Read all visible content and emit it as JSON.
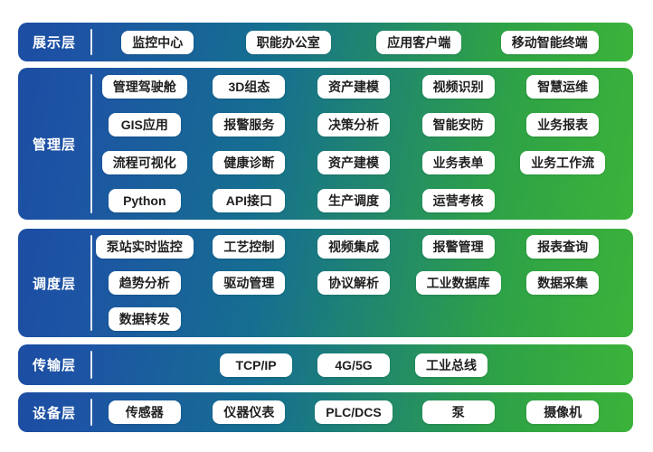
{
  "colors": {
    "background": "#ffffff",
    "band_gradient_start": "#1c4da3",
    "band_gradient_mid": "#156f90",
    "band_gradient_end": "#3cb33a",
    "chip_bg": "#ffffff",
    "chip_text": "#1f1f1f",
    "label_text": "#ffffff",
    "divider": "#ffffff"
  },
  "layers": [
    {
      "label": "展示层",
      "rows": [
        [
          "监控中心",
          "职能办公室",
          "应用客户端",
          "移动智能终端"
        ]
      ]
    },
    {
      "label": "管理层",
      "rows": [
        [
          "管理驾驶舱",
          "3D组态",
          "资产建模",
          "视频识别",
          "智慧运维"
        ],
        [
          "GIS应用",
          "报警服务",
          "决策分析",
          "智能安防",
          "业务报表"
        ],
        [
          "流程可视化",
          "健康诊断",
          "资产建模",
          "业务表单",
          "业务工作流"
        ],
        [
          "Python",
          "API接口",
          "生产调度",
          "运营考核"
        ]
      ]
    },
    {
      "label": "调度层",
      "rows": [
        [
          "泵站实时监控",
          "工艺控制",
          "视频集成",
          "报警管理",
          "报表查询"
        ],
        [
          "趋势分析",
          "驱动管理",
          "协议解析",
          "工业数据库",
          "数据采集"
        ],
        [
          "数据转发"
        ]
      ]
    },
    {
      "label": "传输层",
      "rows": [
        [
          "TCP/IP",
          "4G/5G",
          "工业总线"
        ]
      ]
    },
    {
      "label": "设备层",
      "rows": [
        [
          "传感器",
          "仪器仪表",
          "PLC/DCS",
          "泵",
          "摄像机"
        ]
      ]
    }
  ]
}
